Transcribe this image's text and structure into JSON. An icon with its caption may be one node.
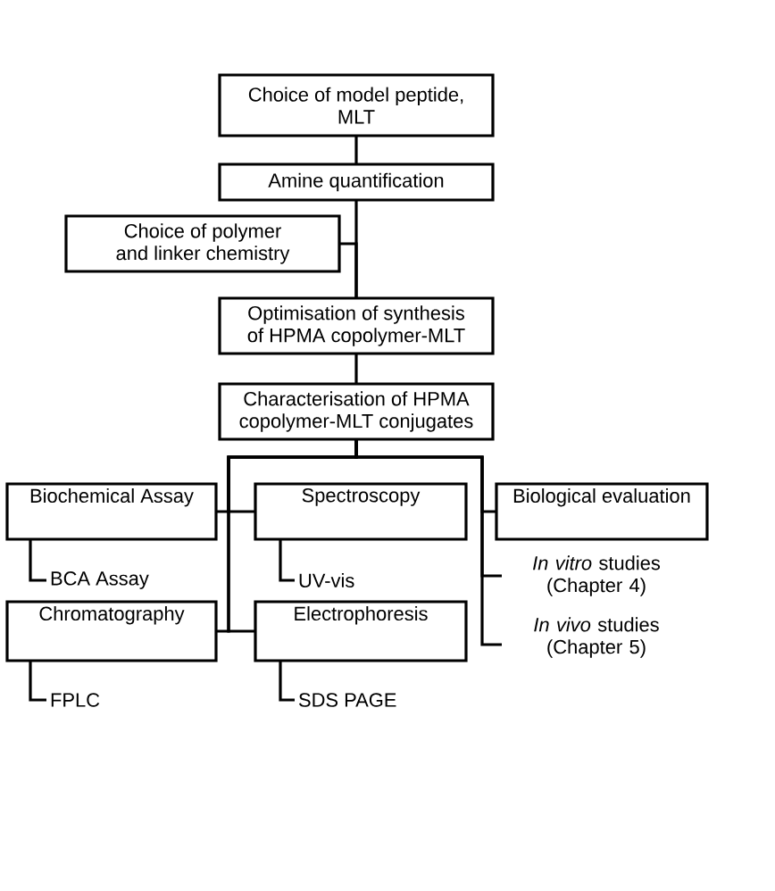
{
  "diagram": {
    "nodes": [
      {
        "text": [
          "Choice of model peptide, MLT"
        ]
      },
      {
        "text": [
          "Amine quantification"
        ]
      },
      {
        "text": [
          "Choice of polymer and linker chemistry"
        ]
      },
      {
        "text": [
          "Optimisation of synthesis of HPMA copolymer-MLT"
        ]
      },
      {
        "text": [
          "Characterisation of HPMA copolymer-MLT conjugates"
        ]
      },
      {
        "text": [
          "Biochemical Assay"
        ]
      },
      {
        "text": [
          "Spectroscopy"
        ]
      },
      {
        "text": [
          "Biological evaluation"
        ]
      },
      {
        "text": [
          "BCA Assay"
        ]
      },
      {
        "text": [
          "UV-vis"
        ]
      },
      {
        "text": [
          "*In vitro* studies (Chapter 4)"
        ]
      },
      {
        "text": [
          "Chromatography"
        ]
      },
      {
        "text": [
          "Electrophoresis"
        ]
      },
      {
        "text": [
          "*In vivo* studies (Chapter 5)"
        ]
      },
      {
        "text": [
          "FPLC"
        ]
      },
      {
        "text": [
          "SDS PAGE"
        ]
      }
    ],
    "edges": [
      {
        "from": 0,
        "to": 1,
        "arrow": "none"
      },
      {
        "from": 1,
        "to": 3,
        "arrow": "none"
      },
      {
        "from": 2,
        "to": 3,
        "arrow": "none"
      },
      {
        "from": 3,
        "to": 4,
        "arrow": "none"
      },
      {
        "from": 4,
        "to": 5,
        "arrow": "none"
      },
      {
        "from": 4,
        "to": 6,
        "arrow": "none"
      },
      {
        "from": 4,
        "to": 11,
        "arrow": "none"
      },
      {
        "from": 4,
        "to": 12,
        "arrow": "none"
      },
      {
        "from": 4,
        "to": 7,
        "arrow": "none"
      },
      {
        "from": 4,
        "to": 10,
        "arrow": "none"
      },
      {
        "from": 4,
        "to": 13,
        "arrow": "none"
      },
      {
        "from": 5,
        "to": 8,
        "arrow": "none"
      },
      {
        "from": 6,
        "to": 9,
        "arrow": "none"
      },
      {
        "from": 11,
        "to": 14,
        "arrow": "none"
      },
      {
        "from": 12,
        "to": 15,
        "arrow": "none"
      }
    ]
  }
}
